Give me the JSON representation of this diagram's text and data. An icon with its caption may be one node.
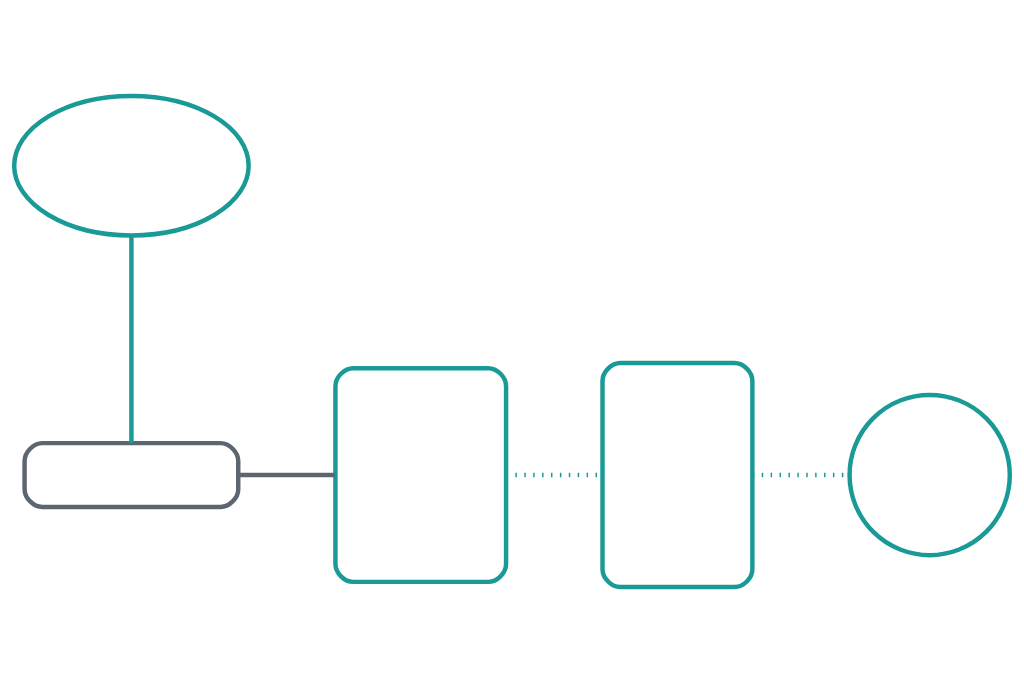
{
  "diagram": {
    "nodes": [
      {
        "text": [],
        "shape": "cloud"
      },
      {
        "text": [],
        "shape": "box"
      },
      {
        "text": [],
        "shape": "box"
      },
      {
        "text": [],
        "shape": "box"
      },
      {
        "text": [],
        "shape": "circle"
      }
    ],
    "edges": [
      {
        "from": 0,
        "to": 1,
        "arrow": "none"
      },
      {
        "from": 1,
        "to": 2,
        "arrow": "none",
        "color": "#5b6670"
      },
      {
        "from": 2,
        "to": 3,
        "arrow": "none",
        "style": "dashed"
      },
      {
        "from": 3,
        "to": 4,
        "arrow": "none",
        "style": "dashed"
      }
    ]
  }
}
